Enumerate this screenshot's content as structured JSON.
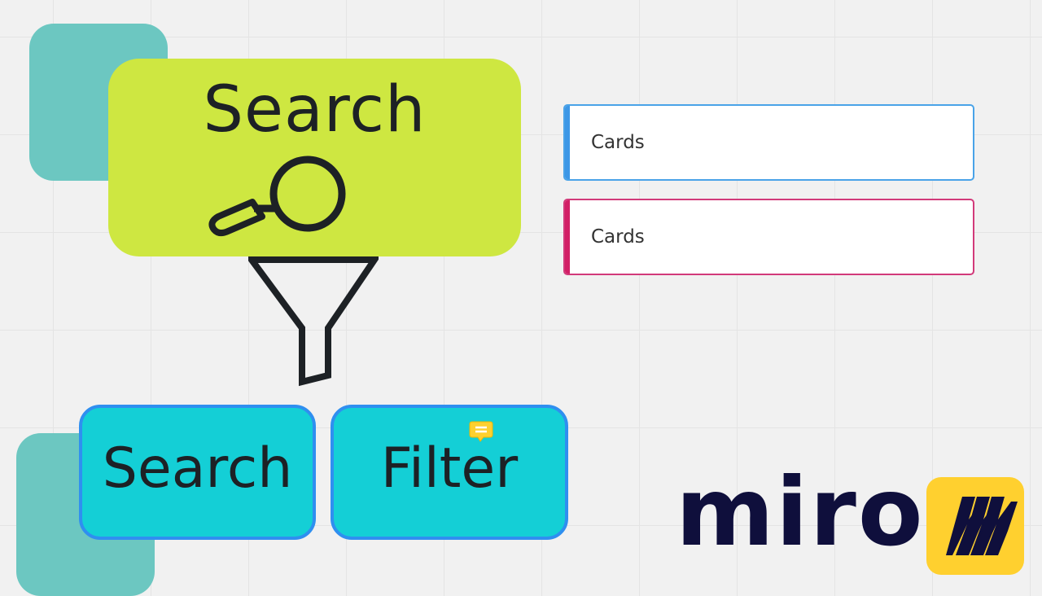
{
  "board": {
    "search_sticky": {
      "title": "Search",
      "icon": "magnifier-icon"
    },
    "funnel": {
      "icon": "funnel-icon"
    },
    "shapes": {
      "search_label": "Search",
      "filter_label": "Filter",
      "comment_icon": "comment-icon"
    },
    "cards": [
      {
        "label": "Cards",
        "accent": "#3d97e6"
      },
      {
        "label": "Cards",
        "accent": "#d21f66"
      }
    ]
  },
  "brand": {
    "wordmark": "miro",
    "logo_icon": "miro-logo-icon",
    "logo_color": "#ffd02f",
    "text_color": "#0f0f3c"
  },
  "colors": {
    "sticky_green": "#cee741",
    "teal_square": "#6cc7c1",
    "cyan_shape": "#14cfd6",
    "shape_border": "#2f8ff0"
  }
}
